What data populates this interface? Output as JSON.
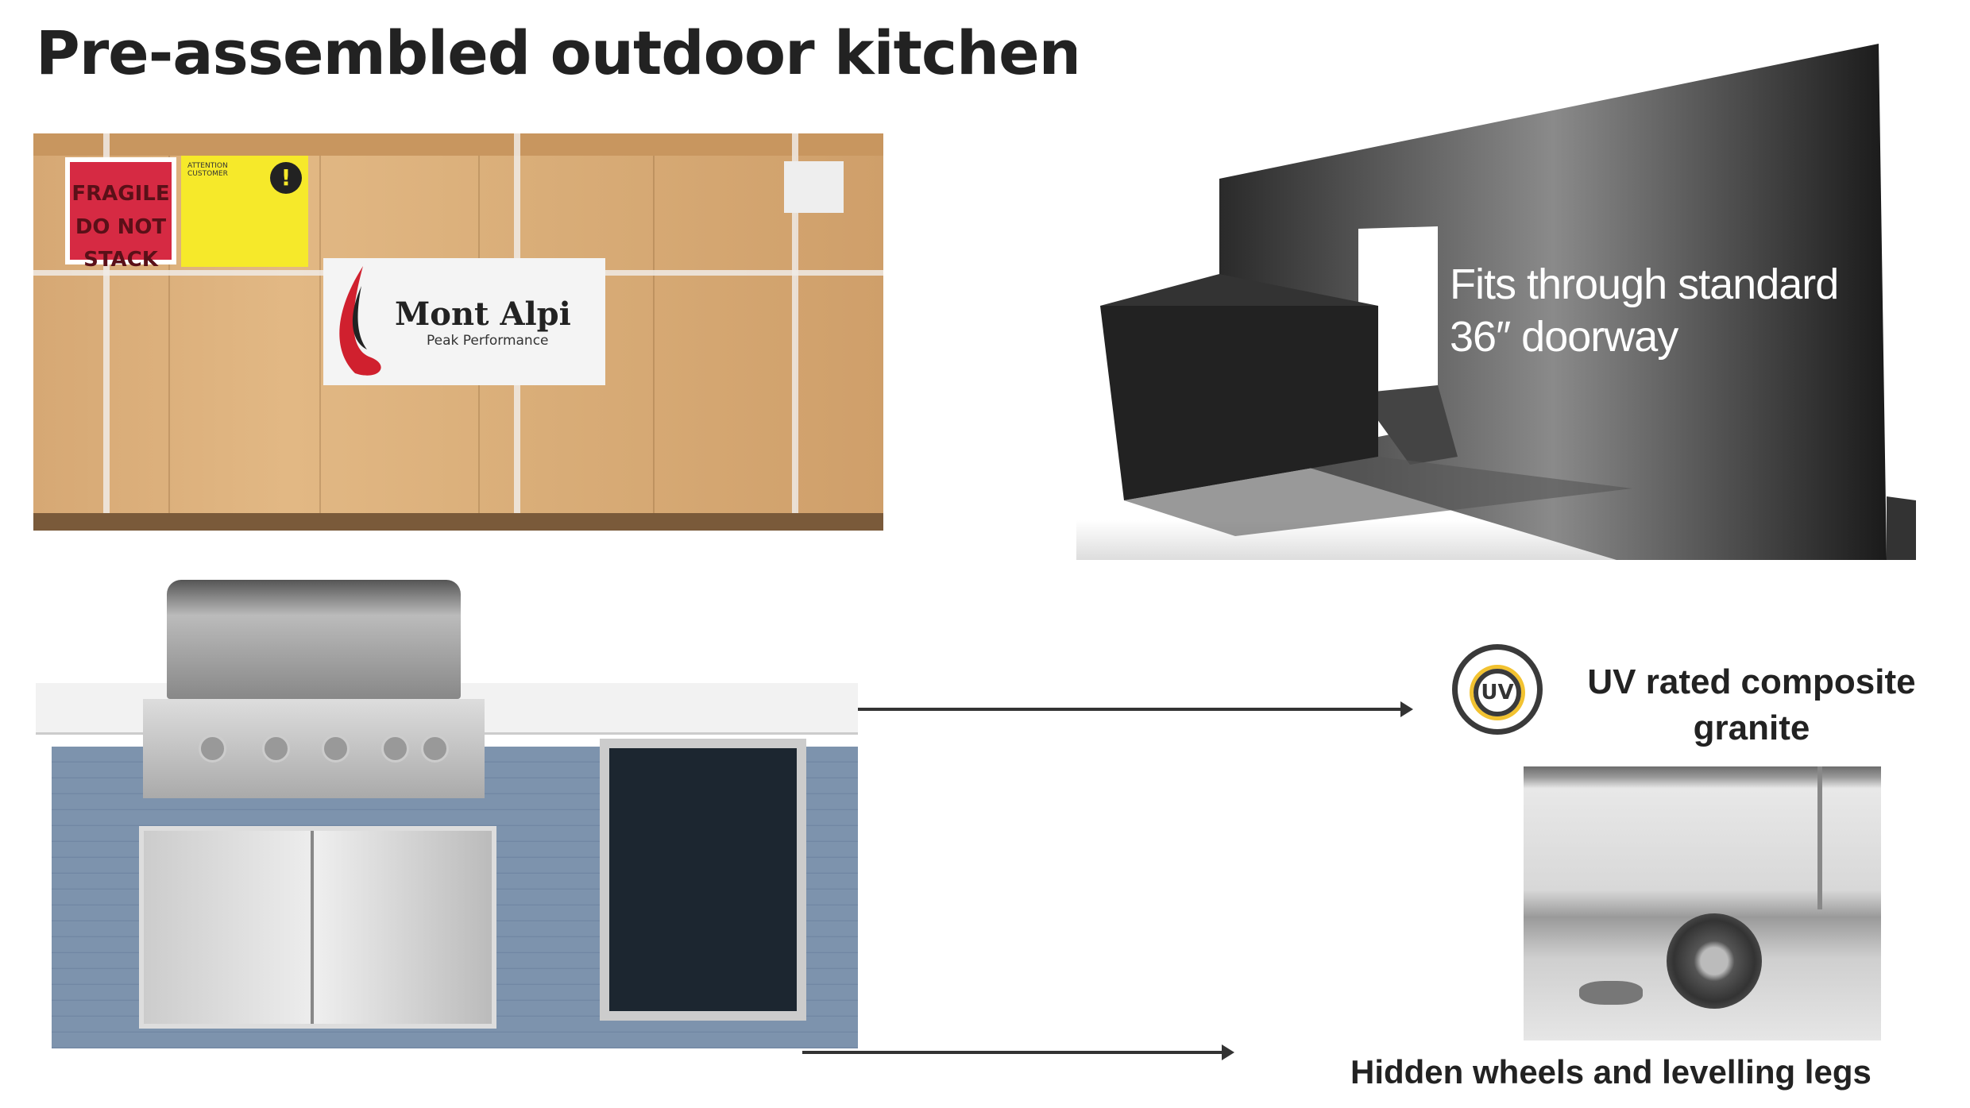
{
  "title": "Pre-assembled outdoor kitchen",
  "crate": {
    "fragile": "FRAGILE DO NOT STACK",
    "attention": "ATTENTION CUSTOMER",
    "brand": "Mont Alpi",
    "tagline": "Peak Performance"
  },
  "doorway": {
    "line1": "Fits through standard",
    "line2": "36″ doorway"
  },
  "features": {
    "uv_icon_label": "UV",
    "uv_line1": "UV rated composite",
    "uv_line2": "granite",
    "wheels": "Hidden wheels and levelling legs"
  },
  "colors": {
    "uv_ring": "#3a3a3a",
    "uv_dots": "#f2c230",
    "brand_red": "#d0202e",
    "cabinet_blue": "#7d93ad"
  }
}
